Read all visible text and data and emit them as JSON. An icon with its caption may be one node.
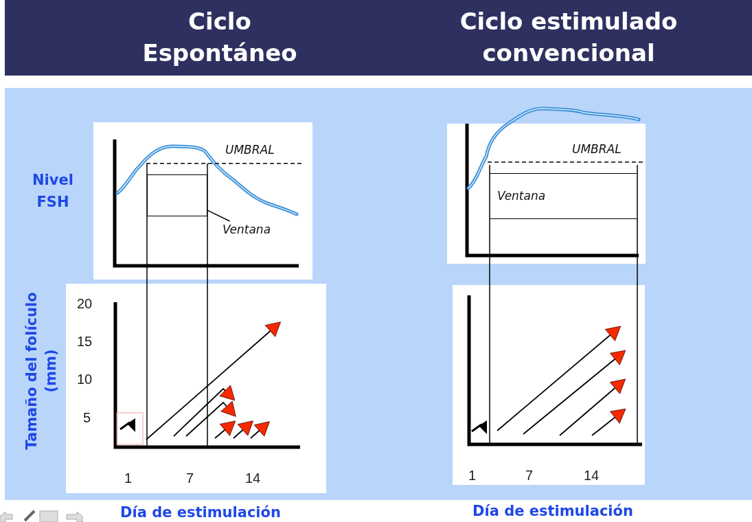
{
  "diagram": {
    "nodes": [
      {
        "text": [],
        "shape": "box"
      },
      {
        "text": [
          "Ventana"
        ]
      },
      {
        "text": [
          "Ventana"
        ]
      }
    ],
    "edges": [
      {
        "from": 1,
        "to": 0,
        "arrow": "none"
      }
    ],
    "labels": [
      "Ciclo Espontáneo",
      "Ciclo estimulado convencional",
      "UMBRAL",
      "UMBRAL",
      "Nivel FSH",
      "Tamaño del folículo (mm)",
      "20",
      "15",
      "10",
      "5",
      "1",
      "7",
      "14",
      "1",
      "7",
      "14",
      "Día de estimulación",
      "Día de estimulación"
    ]
  }
}
